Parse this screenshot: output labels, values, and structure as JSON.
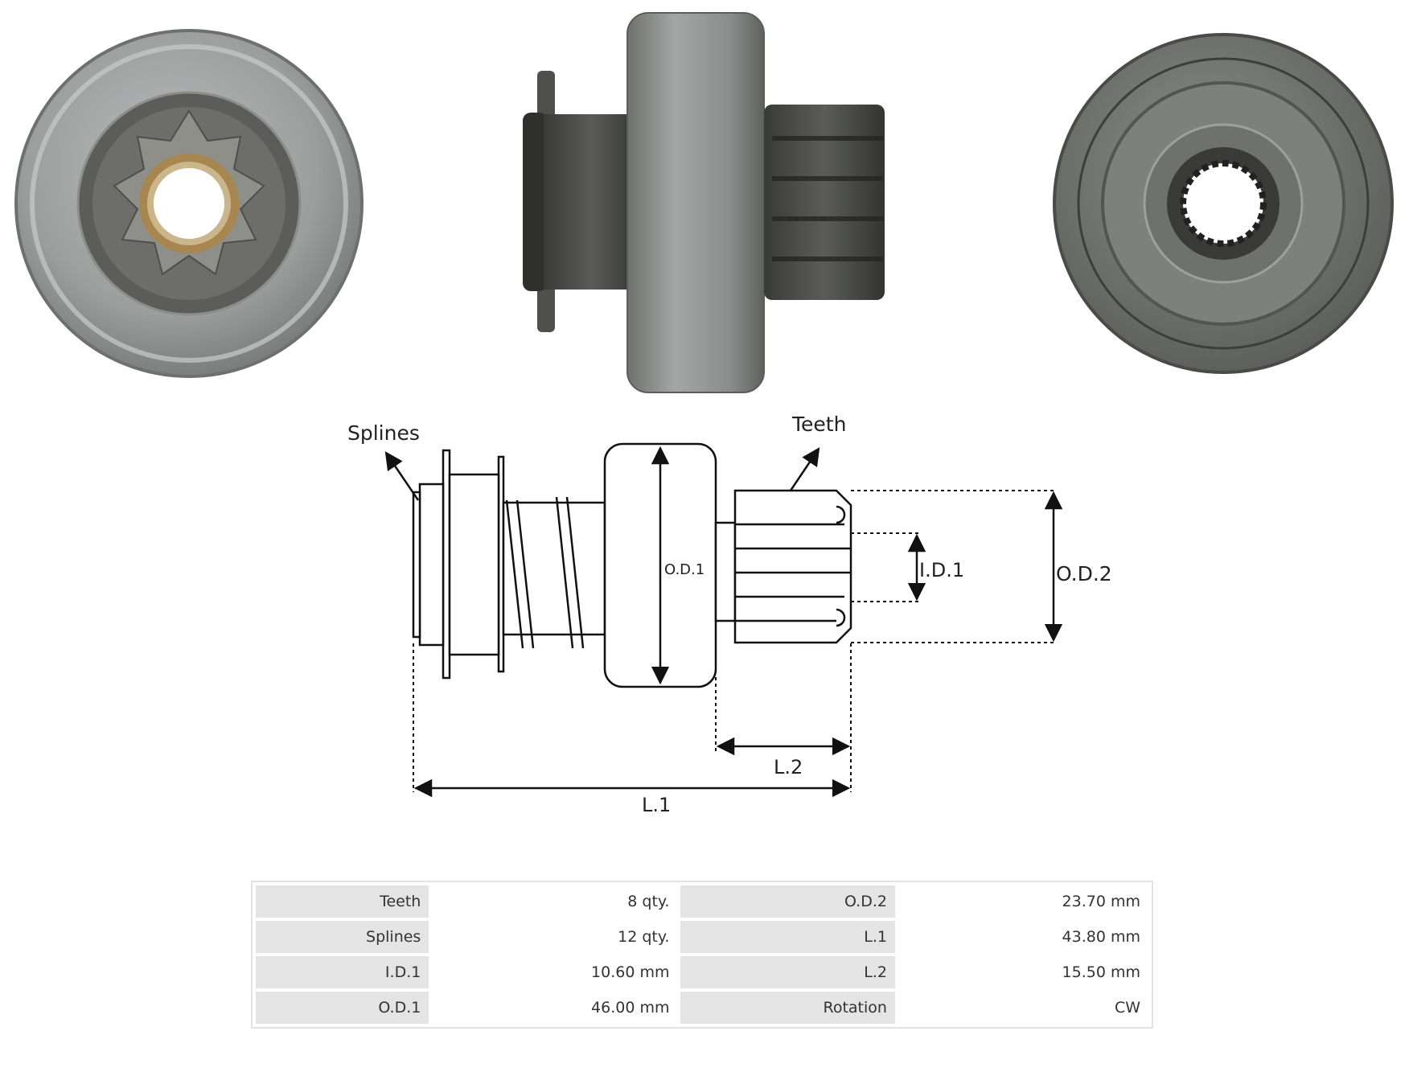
{
  "diagram": {
    "labels": {
      "splines": "Splines",
      "teeth": "Teeth",
      "od1": "O.D.1",
      "id1": "I.D.1",
      "od2": "O.D.2",
      "l2": "L.2",
      "l1": "L.1"
    }
  },
  "specs": [
    {
      "label": "Teeth",
      "value": "8 qty.",
      "label2": "O.D.2",
      "value2": "23.70 mm"
    },
    {
      "label": "Splines",
      "value": "12 qty.",
      "label2": "L.1",
      "value2": "43.80 mm"
    },
    {
      "label": "I.D.1",
      "value": "10.60 mm",
      "label2": "L.2",
      "value2": "15.50 mm"
    },
    {
      "label": "O.D.1",
      "value": "46.00 mm",
      "label2": "Rotation",
      "value2": "CW"
    }
  ]
}
